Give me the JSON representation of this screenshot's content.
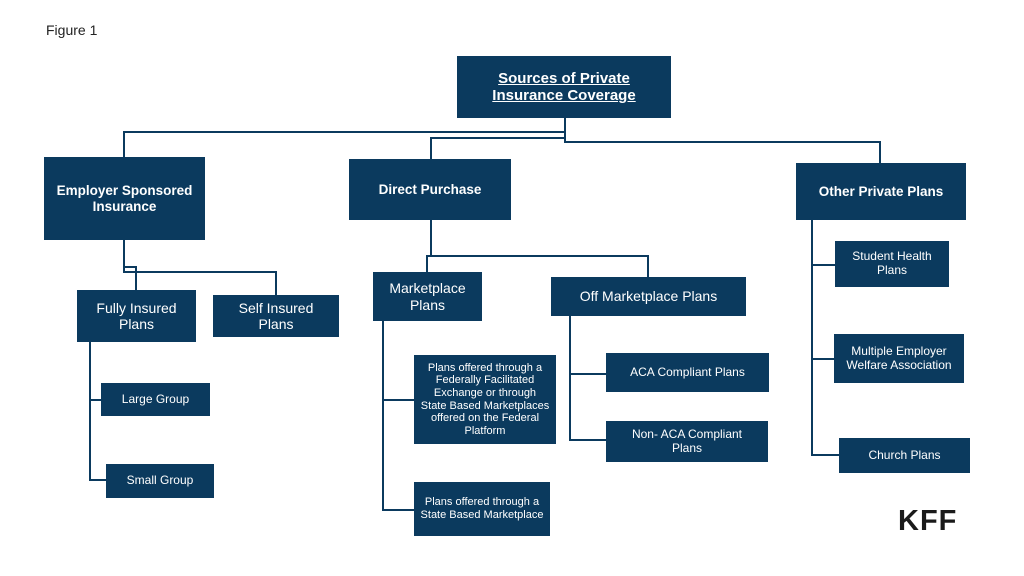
{
  "figure_label": "Figure 1",
  "title": "Sources of Private\nInsurance Coverage",
  "categories": {
    "employer": "Employer Sponsored\nInsurance",
    "direct": "Direct Purchase",
    "other": "Other Private Plans"
  },
  "employer_children": {
    "fully_insured": "Fully Insured\nPlans",
    "self_insured": "Self Insured\nPlans",
    "large_group": "Large Group",
    "small_group": "Small Group"
  },
  "direct_children": {
    "marketplace": "Marketplace\nPlans",
    "off_marketplace": "Off Marketplace Plans",
    "federal_exchange": "Plans offered through a\nFederally Facilitated\nExchange or through\nState Based Marketplaces\noffered on the Federal\nPlatform",
    "state_marketplace": "Plans offered through a\nState Based Marketplace",
    "aca_compliant": "ACA Compliant Plans",
    "non_aca_compliant": "Non- ACA Compliant\nPlans"
  },
  "other_children": {
    "student_health": "Student Health\nPlans",
    "mewa": "Multiple Employer\nWelfare Association",
    "church": "Church Plans"
  },
  "logo": "KFF",
  "colors": {
    "box": "#0b3a5e",
    "line": "#0b3a5e",
    "text": "#ffffff"
  }
}
